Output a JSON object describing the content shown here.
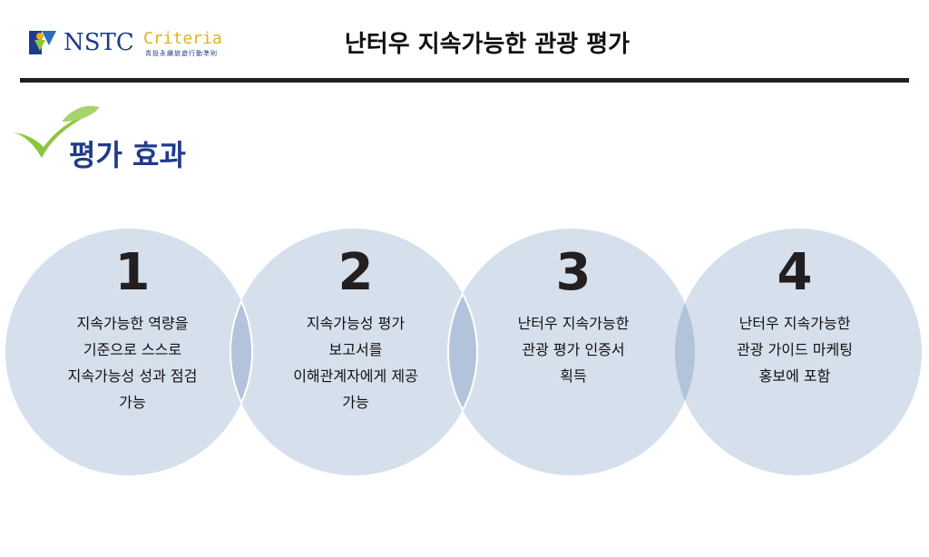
{
  "logo": {
    "brand": "NSTC",
    "product": "Criteria",
    "subtitle": "青投永續旅遊行動準則"
  },
  "header": {
    "title": "난터우 지속가능한 관광 평가"
  },
  "section": {
    "title": "평가 효과"
  },
  "colors": {
    "circle_fill": "#d6dfec",
    "overlap_fill": "#b3c3dc",
    "brand_blue": "#1f3b8a",
    "leaf_green": "#8cc63f"
  },
  "steps": [
    {
      "number": "1",
      "lines": [
        "지속가능한 역량을",
        "기준으로 스스로",
        "지속가능성 성과 점검",
        "가능"
      ]
    },
    {
      "number": "2",
      "lines": [
        "지속가능성 평가",
        "보고서를",
        "이해관계자에게 제공",
        "가능"
      ]
    },
    {
      "number": "3",
      "lines": [
        "난터우 지속가능한",
        "관광 평가 인증서",
        "획득"
      ]
    },
    {
      "number": "4",
      "lines": [
        "난터우 지속가능한",
        "관광 가이드 마케팅",
        "홍보에 포함"
      ]
    }
  ]
}
